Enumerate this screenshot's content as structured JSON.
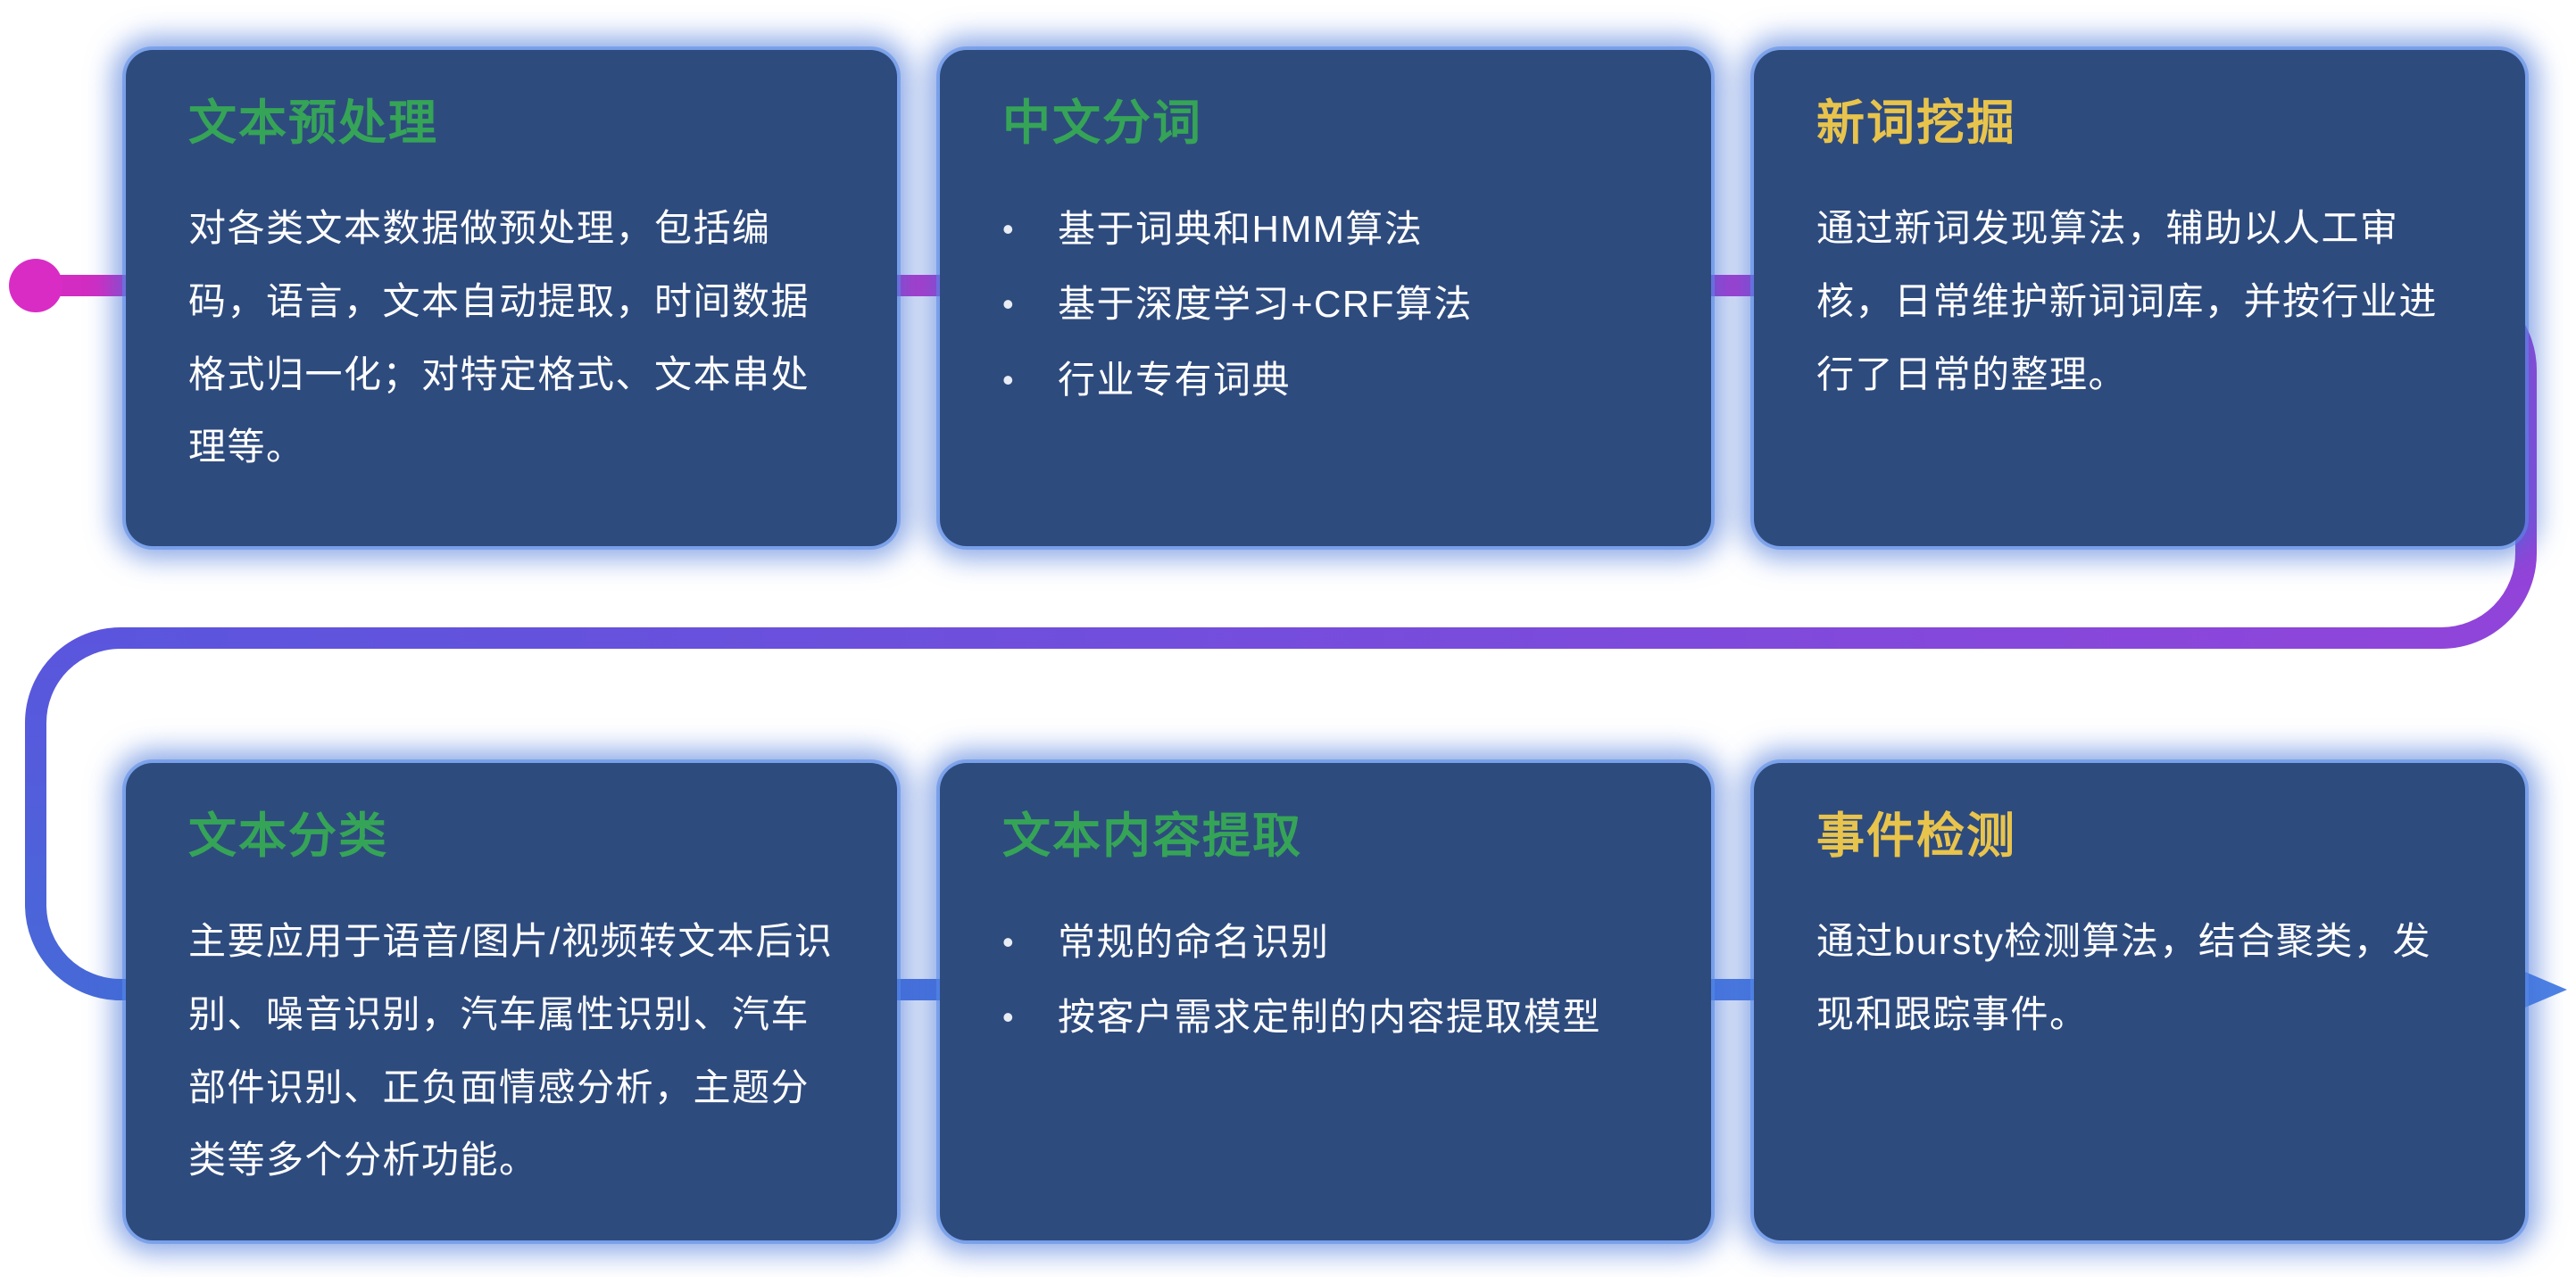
{
  "diagram": {
    "description_title": "NLP text processing pipeline diagram",
    "colors": {
      "card_background": "#2e4b7e",
      "card_glow": "#3e6ed6",
      "title_green": "#35a457",
      "title_yellow": "#e8c44c",
      "body_text": "#ffffff",
      "flow_start_magenta": "#d92cc5",
      "flow_purple": "#8f45da",
      "flow_blue": "#4769d8",
      "flow_arrow_blue": "#4f82e4"
    },
    "cards": [
      {
        "title": "文本预处理",
        "title_color": "green",
        "body": "对各类文本数据做预处理，包括编码，语言，文本自动提取，时间数据格式归一化；对特定格式、文本串处理等。",
        "bullets": []
      },
      {
        "title": "中文分词",
        "title_color": "green",
        "body": "",
        "bullets": [
          "基于词典和HMM算法",
          "基于深度学习+CRF算法",
          "行业专有词典"
        ]
      },
      {
        "title": "新词挖掘",
        "title_color": "yellow",
        "body": "通过新词发现算法，辅助以人工审核，日常维护新词词库，并按行业进行了日常的整理。",
        "bullets": []
      },
      {
        "title": "文本分类",
        "title_color": "green",
        "body": "主要应用于语音/图片/视频转文本后识别、噪音识别，汽车属性识别、汽车部件识别、正负面情感分析，主题分类等多个分析功能。",
        "bullets": []
      },
      {
        "title": "文本内容提取",
        "title_color": "green",
        "body": "",
        "bullets": [
          "常规的命名识别",
          "按客户需求定制的内容提取模型"
        ]
      },
      {
        "title": "事件检测",
        "title_color": "yellow",
        "body": "通过bursty检测算法，结合聚类，发现和跟踪事件。",
        "bullets": []
      }
    ]
  }
}
